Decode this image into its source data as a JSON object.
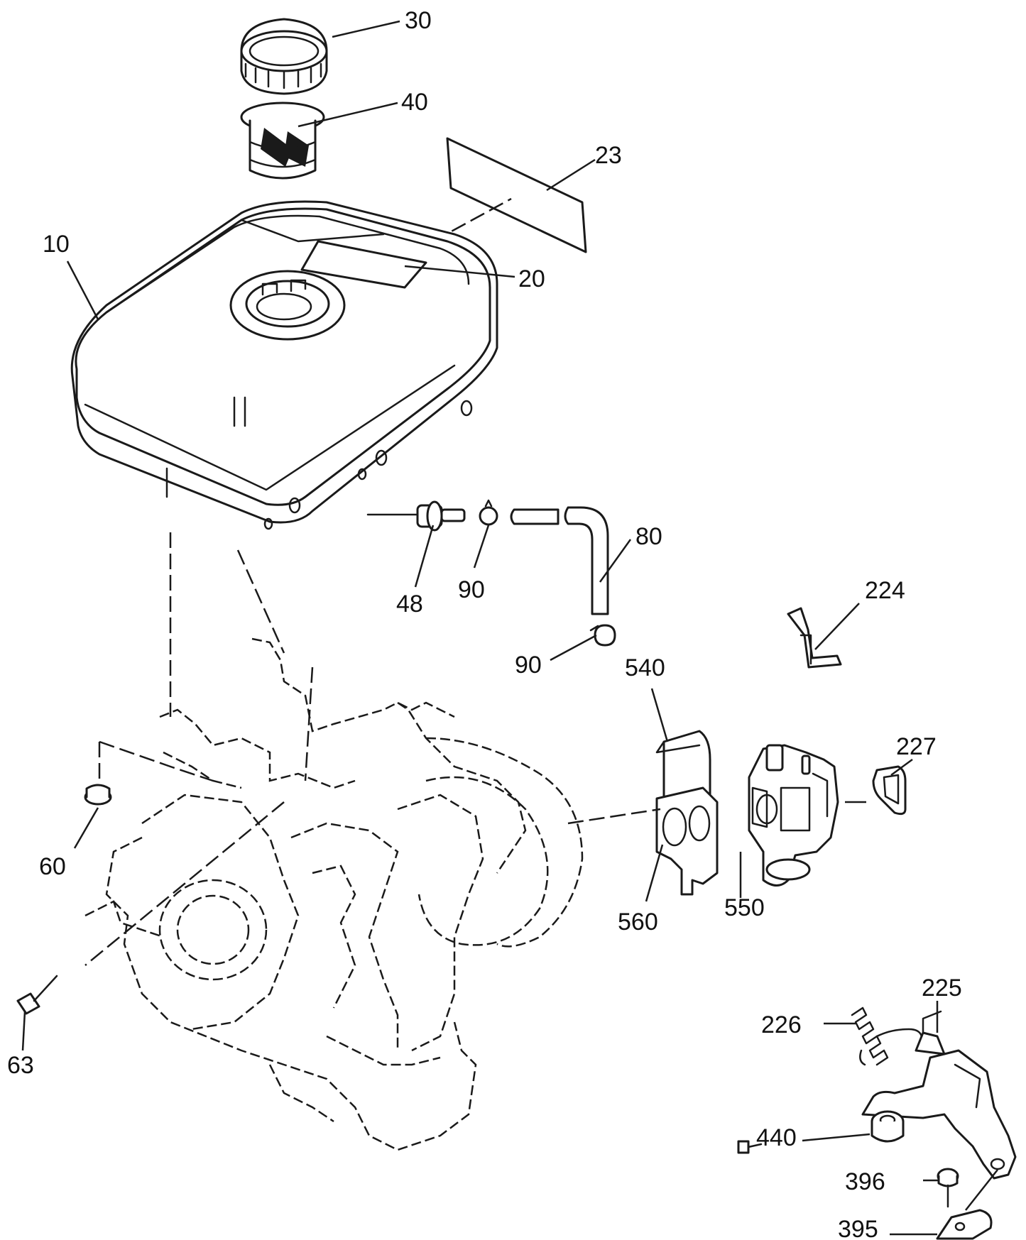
{
  "diagram": {
    "callouts": {
      "c30": "30",
      "c40": "40",
      "c23": "23",
      "c10": "10",
      "c20": "20",
      "c80": "80",
      "c48": "48",
      "c90a": "90",
      "c90b": "90",
      "c224": "224",
      "c540": "540",
      "c227": "227",
      "c60": "60",
      "c560": "560",
      "c550": "550",
      "c63": "63",
      "c225": "225",
      "c226": "226",
      "c440": "440",
      "c396": "396",
      "c395": "395"
    }
  }
}
